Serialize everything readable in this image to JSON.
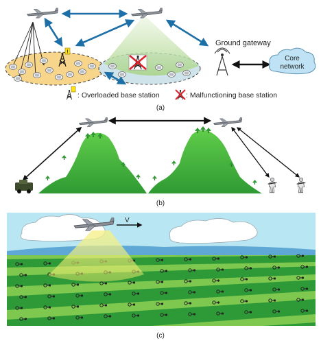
{
  "panel_a": {
    "ground_gateway_label": "Ground gateway",
    "core_network_line1": "Core",
    "core_network_line2": "network",
    "legend_overloaded": ": Overloaded base station",
    "legend_malfunctioning": ": Malfunctioning base station",
    "caption": "(a)"
  },
  "panel_b": {
    "caption": "(b)"
  },
  "panel_c": {
    "velocity_label": "V",
    "caption": "(c)"
  },
  "colors": {
    "link_blue": "#1d6fa8",
    "overload_fill": "#f7d58a",
    "coverage_green": "#b9dca0",
    "mountain_green": "#4cbc3d",
    "field_green_dark": "#2e9a37",
    "field_green_light": "#7ec850",
    "sky_blue": "#b8e6f2",
    "alert_red": "#d8232a",
    "core_cloud_blue": "#bfe3f5"
  },
  "icons": [
    "uav-icon",
    "base-station-tower-icon",
    "warning-badge-icon",
    "phone-icon",
    "cloud-icon",
    "soldier-icon",
    "vehicle-icon",
    "tree-icon",
    "sensor-icon"
  ]
}
